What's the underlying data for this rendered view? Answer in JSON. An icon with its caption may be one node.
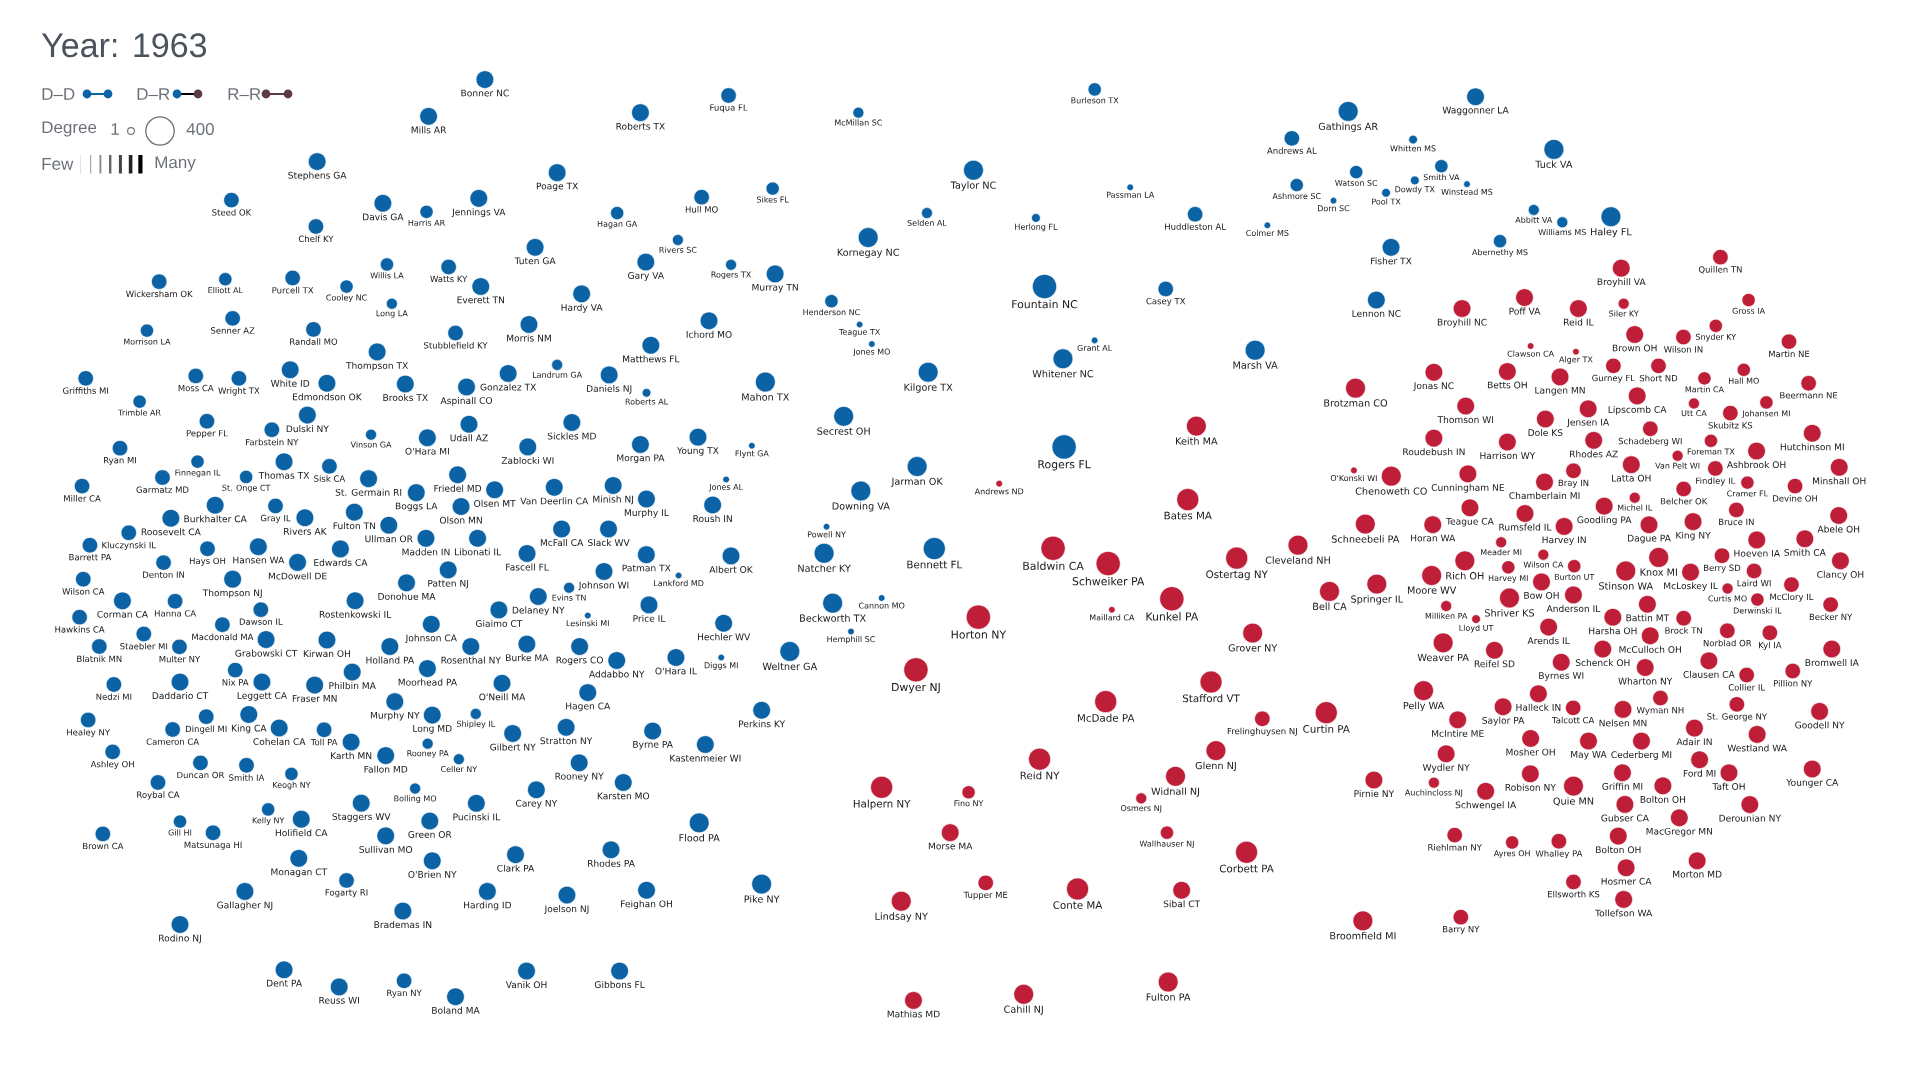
{
  "diagram": {
    "title": "Year: 1963",
    "nodes": [
      {
        "text": [
          "Bonner NC"
        ]
      },
      {
        "text": [
          "Burleson TX"
        ]
      },
      {
        "text": [
          "Fuqua FL"
        ]
      },
      {
        "text": [
          "Waggonner LA"
        ]
      },
      {
        "text": [
          "Gathings AR"
        ]
      },
      {
        "text": [
          "Roberts TX"
        ]
      },
      {
        "text": [
          "McMillan SC"
        ]
      },
      {
        "text": [
          "Mills AR"
        ]
      },
      {
        "text": [
          "Andrews AL"
        ]
      },
      {
        "text": [
          "Whitten MS"
        ]
      },
      {
        "text": [
          "Tuck VA"
        ]
      },
      {
        "text": [
          "Stephens GA"
        ]
      },
      {
        "text": [
          "Taylor NC"
        ]
      },
      {
        "text": [
          "Smith VA"
        ]
      },
      {
        "text": [
          "Poage TX"
        ]
      },
      {
        "text": [
          "Watson SC"
        ]
      },
      {
        "text": [
          "Winstead MS"
        ]
      },
      {
        "text": [
          "Pool TX"
        ]
      },
      {
        "text": [
          "Dowdy TX"
        ]
      },
      {
        "text": [
          "Passman LA"
        ]
      },
      {
        "text": [
          "Sikes FL"
        ]
      },
      {
        "text": [
          "Ashmore SC"
        ]
      },
      {
        "text": [
          "Hull MO"
        ]
      },
      {
        "text": [
          "Dorn SC"
        ]
      },
      {
        "text": [
          "Steed OK"
        ]
      },
      {
        "text": [
          "Jennings VA"
        ]
      },
      {
        "text": [
          "Davis GA"
        ]
      },
      {
        "text": [
          "Harris AR"
        ]
      },
      {
        "text": [
          "Abbitt VA"
        ]
      },
      {
        "text": [
          "Hagan GA"
        ]
      },
      {
        "text": [
          "Selden AL"
        ]
      },
      {
        "text": [
          "Huddleston AL"
        ]
      },
      {
        "text": [
          "Haley FL"
        ]
      },
      {
        "text": [
          "Herlong FL"
        ]
      },
      {
        "text": [
          "Williams MS"
        ]
      },
      {
        "text": [
          "Colmer MS"
        ]
      },
      {
        "text": [
          "Chelf KY"
        ]
      },
      {
        "text": [
          "Kornegay NC"
        ]
      },
      {
        "text": [
          "Rivers SC"
        ]
      },
      {
        "text": [
          "Abernethy MS"
        ]
      },
      {
        "text": [
          "Tuten GA"
        ]
      },
      {
        "text": [
          "Fisher TX"
        ]
      },
      {
        "text": [
          "Quillen TN"
        ]
      },
      {
        "text": [
          "Gary VA"
        ]
      },
      {
        "text": [
          "Willis LA"
        ]
      },
      {
        "text": [
          "Rogers TX"
        ]
      },
      {
        "text": [
          "Watts KY"
        ]
      },
      {
        "text": [
          "Broyhill VA"
        ]
      },
      {
        "text": [
          "Murray TN"
        ]
      },
      {
        "text": [
          "Purcell TX"
        ]
      },
      {
        "text": [
          "Elliott AL"
        ]
      },
      {
        "text": [
          "Wickersham OK"
        ]
      },
      {
        "text": [
          "Fountain NC"
        ]
      },
      {
        "text": [
          "Everett TN"
        ]
      },
      {
        "text": [
          "Cooley NC"
        ]
      },
      {
        "text": [
          "Casey TX"
        ]
      },
      {
        "text": [
          "Hardy VA"
        ]
      },
      {
        "text": [
          "Poff VA"
        ]
      },
      {
        "text": [
          "Lennon NC"
        ]
      },
      {
        "text": [
          "Gross IA"
        ]
      },
      {
        "text": [
          "Henderson NC"
        ]
      },
      {
        "text": [
          "Long LA"
        ]
      },
      {
        "text": [
          "Siler KY"
        ]
      },
      {
        "text": [
          "Broyhill NC"
        ]
      },
      {
        "text": [
          "Reid IL"
        ]
      },
      {
        "text": [
          "Senner AZ"
        ]
      },
      {
        "text": [
          "Ichord MO"
        ]
      },
      {
        "text": [
          "Teague TX"
        ]
      },
      {
        "text": [
          "Morris NM"
        ]
      },
      {
        "text": [
          "Randall MO"
        ]
      },
      {
        "text": [
          "Morrison LA"
        ]
      },
      {
        "text": [
          "Stubblefield KY"
        ]
      },
      {
        "text": [
          "Snyder KY"
        ]
      },
      {
        "text": [
          "Grant AL"
        ]
      },
      {
        "text": [
          "Martin NE"
        ]
      },
      {
        "text": [
          "Brown OH"
        ]
      },
      {
        "text": [
          "Jones MO"
        ]
      },
      {
        "text": [
          "Matthews FL"
        ]
      },
      {
        "text": [
          "Wilson IN"
        ]
      },
      {
        "text": [
          "Clawson CA"
        ]
      },
      {
        "text": [
          "Marsh VA"
        ]
      },
      {
        "text": [
          "Thompson TX"
        ]
      },
      {
        "text": [
          "Alger TX"
        ]
      },
      {
        "text": [
          "Whitener NC"
        ]
      },
      {
        "text": [
          "Landrum GA"
        ]
      },
      {
        "text": [
          "Betts OH"
        ]
      },
      {
        "text": [
          "Hall MO"
        ]
      },
      {
        "text": [
          "Jonas NC"
        ]
      },
      {
        "text": [
          "Kilgore TX"
        ]
      },
      {
        "text": [
          "Gurney FL"
        ]
      },
      {
        "text": [
          "Langen MN"
        ]
      },
      {
        "text": [
          "Griffiths MI"
        ]
      },
      {
        "text": [
          "Moss CA"
        ]
      },
      {
        "text": [
          "White ID"
        ]
      },
      {
        "text": [
          "Wright TX"
        ]
      },
      {
        "text": [
          "Martin CA"
        ]
      },
      {
        "text": [
          "Edmondson OK"
        ]
      },
      {
        "text": [
          "Gonzalez TX"
        ]
      },
      {
        "text": [
          "Aspinall CO"
        ]
      },
      {
        "text": [
          "Daniels NJ"
        ]
      },
      {
        "text": [
          "Mahon TX"
        ]
      },
      {
        "text": [
          "Brooks TX"
        ]
      },
      {
        "text": [
          "Beermann NE"
        ]
      },
      {
        "text": [
          "Short ND"
        ]
      },
      {
        "text": [
          "Roberts AL"
        ]
      },
      {
        "text": [
          "Brotzman CO"
        ]
      },
      {
        "text": [
          "Trimble AR"
        ]
      },
      {
        "text": [
          "Thomson WI"
        ]
      },
      {
        "text": [
          "Utt CA"
        ]
      },
      {
        "text": [
          "Johansen MI"
        ]
      },
      {
        "text": [
          "Lipscomb CA"
        ]
      },
      {
        "text": [
          "Skubitz KS"
        ]
      },
      {
        "text": [
          "Dulski NY"
        ]
      },
      {
        "text": [
          "Secrest OH"
        ]
      },
      {
        "text": [
          "Dole KS"
        ]
      },
      {
        "text": [
          "Pepper FL"
        ]
      },
      {
        "text": [
          "Jensen IA"
        ]
      },
      {
        "text": [
          "Sickles MD"
        ]
      },
      {
        "text": [
          "Udall AZ"
        ]
      },
      {
        "text": [
          "Keith MA"
        ]
      },
      {
        "text": [
          "Farbstein NY"
        ]
      },
      {
        "text": [
          "Vinson GA"
        ]
      },
      {
        "text": [
          "Hutchinson MI"
        ]
      },
      {
        "text": [
          "Young TX"
        ]
      },
      {
        "text": [
          "O'Hara MI"
        ]
      },
      {
        "text": [
          "Roudebush IN"
        ]
      },
      {
        "text": [
          "Schadeberg WI"
        ]
      },
      {
        "text": [
          "Harrison WY"
        ]
      },
      {
        "text": [
          "Foreman TX"
        ]
      },
      {
        "text": [
          "Morgan PA"
        ]
      },
      {
        "text": [
          "Flynt GA"
        ]
      },
      {
        "text": [
          "Rogers FL"
        ]
      },
      {
        "text": [
          "Zablocki WI"
        ]
      },
      {
        "text": [
          "Ryan MI"
        ]
      },
      {
        "text": [
          "Ashbrook OH"
        ]
      },
      {
        "text": [
          "Rhodes AZ"
        ]
      },
      {
        "text": [
          "Finnegan IL"
        ]
      },
      {
        "text": [
          "Thomas TX"
        ]
      },
      {
        "text": [
          "Jarman OK"
        ]
      },
      {
        "text": [
          "Minshall OH"
        ]
      },
      {
        "text": [
          "Latta OH"
        ]
      },
      {
        "text": [
          "Chenoweth CO"
        ]
      },
      {
        "text": [
          "Sisk CA"
        ]
      },
      {
        "text": [
          "Cunningham NE"
        ]
      },
      {
        "text": [
          "Chamberlain MI"
        ]
      },
      {
        "text": [
          "St. Onge CT"
        ]
      },
      {
        "text": [
          "Friedel MD"
        ]
      },
      {
        "text": [
          "Findley IL"
        ]
      },
      {
        "text": [
          "St. Germain RI"
        ]
      },
      {
        "text": [
          "O'Konski WI"
        ]
      },
      {
        "text": [
          "Van Pelt WI"
        ]
      },
      {
        "text": [
          "Garmatz MD"
        ]
      },
      {
        "text": [
          "Boggs LA"
        ]
      },
      {
        "text": [
          "Belcher OK"
        ]
      },
      {
        "text": [
          "Bray IN"
        ]
      },
      {
        "text": [
          "Jones AL"
        ]
      },
      {
        "text": [
          "Andrews ND"
        ]
      },
      {
        "text": [
          "Miller CA"
        ]
      },
      {
        "text": [
          "Minish NJ"
        ]
      },
      {
        "text": [
          "Devine OH"
        ]
      },
      {
        "text": [
          "Van Deerlin CA"
        ]
      },
      {
        "text": [
          "Olsen MT"
        ]
      },
      {
        "text": [
          "Cramer FL"
        ]
      },
      {
        "text": [
          "Downing VA"
        ]
      },
      {
        "text": [
          "Murphy IL"
        ]
      },
      {
        "text": [
          "Michel IL"
        ]
      },
      {
        "text": [
          "Bates MA"
        ]
      },
      {
        "text": [
          "Roush IN"
        ]
      },
      {
        "text": [
          "Burkhalter CA"
        ]
      },
      {
        "text": [
          "Gray IL"
        ]
      },
      {
        "text": [
          "Teague CA"
        ]
      },
      {
        "text": [
          "Bruce IN"
        ]
      },
      {
        "text": [
          "Rivers AK"
        ]
      },
      {
        "text": [
          "Abele OH"
        ]
      },
      {
        "text": [
          "Rumsfeld IL"
        ]
      },
      {
        "text": [
          "Fulton TN"
        ]
      },
      {
        "text": [
          "Dague PA"
        ]
      },
      {
        "text": [
          "Roosevelt CA"
        ]
      },
      {
        "text": [
          "Olson MN"
        ]
      },
      {
        "text": [
          "Goodling PA"
        ]
      },
      {
        "text": [
          "Harvey IN"
        ]
      },
      {
        "text": [
          "King NY"
        ]
      },
      {
        "text": [
          "Schneebeli PA"
        ]
      },
      {
        "text": [
          "Horan WA"
        ]
      },
      {
        "text": [
          "McFall CA"
        ]
      },
      {
        "text": [
          "Slack WV"
        ]
      },
      {
        "text": [
          "Ullman OR"
        ]
      },
      {
        "text": [
          "Powell NY"
        ]
      },
      {
        "text": [
          "Kluczynski IL"
        ]
      },
      {
        "text": [
          "Hoeven IA"
        ]
      },
      {
        "text": [
          "Smith CA"
        ]
      },
      {
        "text": [
          "Barrett PA"
        ]
      },
      {
        "text": [
          "Meader MI"
        ]
      },
      {
        "text": [
          "Wilson CA"
        ]
      },
      {
        "text": [
          "Berry SD"
        ]
      },
      {
        "text": [
          "Bennett FL"
        ]
      },
      {
        "text": [
          "Cleveland NH"
        ]
      },
      {
        "text": [
          "Stinson WA"
        ]
      },
      {
        "text": [
          "Natcher KY"
        ]
      },
      {
        "text": [
          "Baldwin CA"
        ]
      },
      {
        "text": [
          "Hansen WA"
        ]
      },
      {
        "text": [
          "Burton UT"
        ]
      },
      {
        "text": [
          "Hays OH"
        ]
      },
      {
        "text": [
          "Fascell FL"
        ]
      },
      {
        "text": [
          "Edwards CA"
        ]
      },
      {
        "text": [
          "Knox MI"
        ]
      },
      {
        "text": [
          "Madden IN"
        ]
      },
      {
        "text": [
          "Libonati IL"
        ]
      },
      {
        "text": [
          "Ostertag NY"
        ]
      },
      {
        "text": [
          "Patman TX"
        ]
      },
      {
        "text": [
          "McDowell DE"
        ]
      },
      {
        "text": [
          "Albert OK"
        ]
      },
      {
        "text": [
          "Schweiker PA"
        ]
      },
      {
        "text": [
          "Rich OH"
        ]
      },
      {
        "text": [
          "Clancy OH"
        ]
      },
      {
        "text": [
          "Denton IN"
        ]
      },
      {
        "text": [
          "Harvey MI"
        ]
      },
      {
        "text": [
          "McLoskey IL"
        ]
      },
      {
        "text": [
          "Lankford MD"
        ]
      },
      {
        "text": [
          "Johnson WI"
        ]
      },
      {
        "text": [
          "Laird WI"
        ]
      },
      {
        "text": [
          "Wilson CA"
        ]
      },
      {
        "text": [
          "Moore WV"
        ]
      },
      {
        "text": [
          "Bow OH"
        ]
      },
      {
        "text": [
          "Springer IL"
        ]
      },
      {
        "text": [
          "Anderson IL"
        ]
      },
      {
        "text": [
          "Curtis MO"
        ]
      },
      {
        "text": [
          "Thompson NJ"
        ]
      },
      {
        "text": [
          "Patten NJ"
        ]
      },
      {
        "text": [
          "Harsha OH"
        ]
      },
      {
        "text": [
          "Battin MT"
        ]
      },
      {
        "text": [
          "Bell CA"
        ]
      },
      {
        "text": [
          "Donohue MA"
        ]
      },
      {
        "text": [
          "Delaney NY"
        ]
      },
      {
        "text": [
          "Evins TN"
        ]
      },
      {
        "text": [
          "McClory IL"
        ]
      },
      {
        "text": [
          "Kunkel PA"
        ]
      },
      {
        "text": [
          "Corman CA"
        ]
      },
      {
        "text": [
          "Rostenkowski IL"
        ]
      },
      {
        "text": [
          "Shriver KS"
        ]
      },
      {
        "text": [
          "Hanna CA"
        ]
      },
      {
        "text": [
          "Dawson IL"
        ]
      },
      {
        "text": [
          "Milliken PA"
        ]
      },
      {
        "text": [
          "Becker NY"
        ]
      },
      {
        "text": [
          "Price IL"
        ]
      },
      {
        "text": [
          "Derwinski IL"
        ]
      },
      {
        "text": [
          "Giaimo CT"
        ]
      },
      {
        "text": [
          "Beckworth TX"
        ]
      },
      {
        "text": [
          "Cannon MO"
        ]
      },
      {
        "text": [
          "Maillard CA"
        ]
      },
      {
        "text": [
          "Lesinski MI"
        ]
      },
      {
        "text": [
          "Lloyd UT"
        ]
      },
      {
        "text": [
          "Horton NY"
        ]
      },
      {
        "text": [
          "Hemphill SC"
        ]
      },
      {
        "text": [
          "Hawkins CA"
        ]
      },
      {
        "text": [
          "Brock TN"
        ]
      },
      {
        "text": [
          "Johnson CA"
        ]
      },
      {
        "text": [
          "McCulloch OH"
        ]
      },
      {
        "text": [
          "Hechler WV"
        ]
      },
      {
        "text": [
          "Arends IL"
        ]
      },
      {
        "text": [
          "Macdonald MA"
        ]
      },
      {
        "text": [
          "Norblad OR"
        ]
      },
      {
        "text": [
          "Schenck OH"
        ]
      },
      {
        "text": [
          "Kyl IA"
        ]
      },
      {
        "text": [
          "Grover NY"
        ]
      },
      {
        "text": [
          "Staebler MI"
        ]
      },
      {
        "text": [
          "Grabowski CT"
        ]
      },
      {
        "text": [
          "Kirwan OH"
        ]
      },
      {
        "text": [
          "Multer NY"
        ]
      },
      {
        "text": [
          "Weaver PA"
        ]
      },
      {
        "text": [
          "Burke MA"
        ]
      },
      {
        "text": [
          "Blatnik MN"
        ]
      },
      {
        "text": [
          "Holland PA"
        ]
      },
      {
        "text": [
          "Rosenthal NY"
        ]
      },
      {
        "text": [
          "Rogers CO"
        ]
      },
      {
        "text": [
          "Bromwell IA"
        ]
      },
      {
        "text": [
          "Reifel SD"
        ]
      },
      {
        "text": [
          "Weltner GA"
        ]
      },
      {
        "text": [
          "Wharton NY"
        ]
      },
      {
        "text": [
          "Byrnes WI"
        ]
      },
      {
        "text": [
          "Clausen CA"
        ]
      },
      {
        "text": [
          "O'Hara IL"
        ]
      },
      {
        "text": [
          "Diggs MI"
        ]
      },
      {
        "text": [
          "Nix PA"
        ]
      },
      {
        "text": [
          "Addabbo NY"
        ]
      },
      {
        "text": [
          "Collier IL"
        ]
      },
      {
        "text": [
          "Moorhead PA"
        ]
      },
      {
        "text": [
          "Dwyer NJ"
        ]
      },
      {
        "text": [
          "Pillion NY"
        ]
      },
      {
        "text": [
          "Philbin MA"
        ]
      },
      {
        "text": [
          "Wyman NH"
        ]
      },
      {
        "text": [
          "Halleck IN"
        ]
      },
      {
        "text": [
          "Nelsen MN"
        ]
      },
      {
        "text": [
          "Daddario CT"
        ]
      },
      {
        "text": [
          "Leggett CA"
        ]
      },
      {
        "text": [
          "O'Neill MA"
        ]
      },
      {
        "text": [
          "Stafford VT"
        ]
      },
      {
        "text": [
          "Nedzi MI"
        ]
      },
      {
        "text": [
          "Fraser MN"
        ]
      },
      {
        "text": [
          "Hagen CA"
        ]
      },
      {
        "text": [
          "Talcott CA"
        ]
      },
      {
        "text": [
          "Pelly WA"
        ]
      },
      {
        "text": [
          "St. George NY"
        ]
      },
      {
        "text": [
          "Adair IN"
        ]
      },
      {
        "text": [
          "Saylor PA"
        ]
      },
      {
        "text": [
          "McDade PA"
        ]
      },
      {
        "text": [
          "Murphy NY"
        ]
      },
      {
        "text": [
          "Perkins KY"
        ]
      },
      {
        "text": [
          "McIntire ME"
        ]
      },
      {
        "text": [
          "Long MD"
        ]
      },
      {
        "text": [
          "Curtin PA"
        ]
      },
      {
        "text": [
          "Cederberg MI"
        ]
      },
      {
        "text": [
          "Goodell NY"
        ]
      },
      {
        "text": [
          "Shipley IL"
        ]
      },
      {
        "text": [
          "King CA"
        ]
      },
      {
        "text": [
          "Frelinghuysen NJ"
        ]
      },
      {
        "text": [
          "Healey NY"
        ]
      },
      {
        "text": [
          "Dingell MI"
        ]
      },
      {
        "text": [
          "May WA"
        ]
      },
      {
        "text": [
          "Westland WA"
        ]
      },
      {
        "text": [
          "Cameron CA"
        ]
      },
      {
        "text": [
          "Cohelan CA"
        ]
      },
      {
        "text": [
          "Stratton NY"
        ]
      },
      {
        "text": [
          "Toll PA"
        ]
      },
      {
        "text": [
          "Byrne PA"
        ]
      },
      {
        "text": [
          "Gilbert NY"
        ]
      },
      {
        "text": [
          "Mosher OH"
        ]
      },
      {
        "text": [
          "Griffin MI"
        ]
      },
      {
        "text": [
          "Ford MI"
        ]
      },
      {
        "text": [
          "Kastenmeier WI"
        ]
      },
      {
        "text": [
          "Rooney PA"
        ]
      },
      {
        "text": [
          "Karth MN"
        ]
      },
      {
        "text": [
          "Fallon MD"
        ]
      },
      {
        "text": [
          "Glenn NJ"
        ]
      },
      {
        "text": [
          "Ashley OH"
        ]
      },
      {
        "text": [
          "Wydler NY"
        ]
      },
      {
        "text": [
          "Bolton OH"
        ]
      },
      {
        "text": [
          "Taft OH"
        ]
      },
      {
        "text": [
          "Celler NY"
        ]
      },
      {
        "text": [
          "Reid NY"
        ]
      },
      {
        "text": [
          "Duncan OR"
        ]
      },
      {
        "text": [
          "Rooney NY"
        ]
      },
      {
        "text": [
          "Smith IA"
        ]
      },
      {
        "text": [
          "Younger CA"
        ]
      },
      {
        "text": [
          "Gubser CA"
        ]
      },
      {
        "text": [
          "Keogh NY"
        ]
      },
      {
        "text": [
          "Widnall NJ"
        ]
      },
      {
        "text": [
          "Pirnie NY"
        ]
      },
      {
        "text": [
          "Roybal CA"
        ]
      },
      {
        "text": [
          "Karsten MO"
        ]
      },
      {
        "text": [
          "Robison NY"
        ]
      },
      {
        "text": [
          "Auchincloss NJ"
        ]
      },
      {
        "text": [
          "Quie MN"
        ]
      },
      {
        "text": [
          "Schwengel IA"
        ]
      },
      {
        "text": [
          "Halpern NY"
        ]
      },
      {
        "text": [
          "Bolling MO"
        ]
      },
      {
        "text": [
          "Carey NY"
        ]
      },
      {
        "text": [
          "Fino NY"
        ]
      },
      {
        "text": [
          "Derounian NY"
        ]
      },
      {
        "text": [
          "Osmers NJ"
        ]
      },
      {
        "text": [
          "Bolton OH"
        ]
      },
      {
        "text": [
          "Pucinski IL"
        ]
      },
      {
        "text": [
          "Staggers WV"
        ]
      },
      {
        "text": [
          "MacGregor MN"
        ]
      },
      {
        "text": [
          "Kelly NY"
        ]
      },
      {
        "text": [
          "Holifield CA"
        ]
      },
      {
        "text": [
          "Green OR"
        ]
      },
      {
        "text": [
          "Flood PA"
        ]
      },
      {
        "text": [
          "Gill HI"
        ]
      },
      {
        "text": [
          "Matsunaga HI"
        ]
      },
      {
        "text": [
          "Morse MA"
        ]
      },
      {
        "text": [
          "Wallhauser NJ"
        ]
      },
      {
        "text": [
          "Brown CA"
        ]
      },
      {
        "text": [
          "Sullivan MO"
        ]
      },
      {
        "text": [
          "Riehlman NY"
        ]
      },
      {
        "text": [
          "Hosmer CA"
        ]
      },
      {
        "text": [
          "Whalley PA"
        ]
      },
      {
        "text": [
          "Ayres OH"
        ]
      },
      {
        "text": [
          "Rhodes PA"
        ]
      },
      {
        "text": [
          "Corbett PA"
        ]
      },
      {
        "text": [
          "Clark PA"
        ]
      },
      {
        "text": [
          "Monagan CT"
        ]
      },
      {
        "text": [
          "O'Brien NY"
        ]
      },
      {
        "text": [
          "Morton MD"
        ]
      },
      {
        "text": [
          "Ellsworth KS"
        ]
      },
      {
        "text": [
          "Fogarty RI"
        ]
      },
      {
        "text": [
          "Tollefson WA"
        ]
      },
      {
        "text": [
          "Tupper ME"
        ]
      },
      {
        "text": [
          "Pike NY"
        ]
      },
      {
        "text": [
          "Conte MA"
        ]
      },
      {
        "text": [
          "Feighan OH"
        ]
      },
      {
        "text": [
          "Sibal CT"
        ]
      },
      {
        "text": [
          "Gallagher NJ"
        ]
      },
      {
        "text": [
          "Harding ID"
        ]
      },
      {
        "text": [
          "Joelson NJ"
        ]
      },
      {
        "text": [
          "Lindsay NY"
        ]
      },
      {
        "text": [
          "Brademas IN"
        ]
      },
      {
        "text": [
          "Barry NY"
        ]
      },
      {
        "text": [
          "Broomfield MI"
        ]
      },
      {
        "text": [
          "Rodino NJ"
        ]
      },
      {
        "text": [
          "Dent PA"
        ]
      },
      {
        "text": [
          "Vanik OH"
        ]
      },
      {
        "text": [
          "Gibbons FL"
        ]
      },
      {
        "text": [
          "Ryan NY"
        ]
      },
      {
        "text": [
          "Fulton PA"
        ]
      },
      {
        "text": [
          "Reuss WI"
        ]
      },
      {
        "text": [
          "Cahill NJ"
        ]
      },
      {
        "text": [
          "Boland MA"
        ]
      },
      {
        "text": [
          "Mathias MD"
        ]
      }
    ],
    "labels": [
      "Degree",
      "1",
      "400",
      "Few",
      "Many"
    ],
    "legend": [
      {
        "text": "D–D"
      },
      {
        "text": "D–R"
      },
      {
        "text": "R–R"
      }
    ]
  }
}
